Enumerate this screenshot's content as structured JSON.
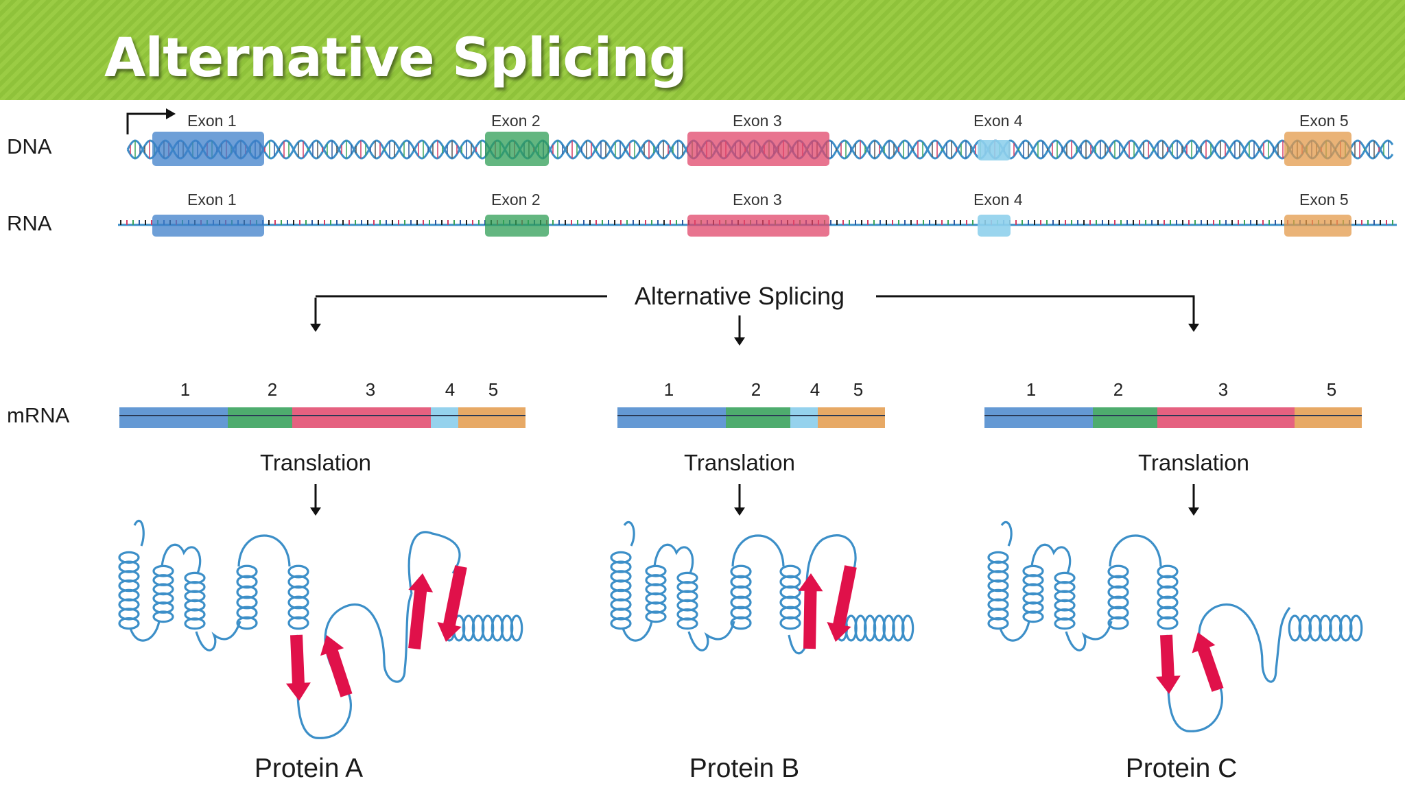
{
  "title": "Alternative Splicing",
  "row_labels": {
    "dna": "DNA",
    "rna": "RNA",
    "mrna": "mRNA"
  },
  "exon_labels": [
    "Exon 1",
    "Exon 2",
    "Exon 3",
    "Exon 4",
    "Exon 5"
  ],
  "splicing_label": "Alternative Splicing",
  "colors": {
    "exon1": "#3d7fc9",
    "exon2": "#2f9e55",
    "exon3": "#e0456a",
    "exon4": "#8fd0ec",
    "exon5": "#e39a4a",
    "strand": "#3c8fc8",
    "beta_strand": "#e0114a",
    "header": "#8fc23a"
  },
  "mrna_variants": [
    {
      "exons": [
        "1",
        "2",
        "3",
        "4",
        "5"
      ],
      "translation": "Translation",
      "protein": "Protein A"
    },
    {
      "exons": [
        "1",
        "2",
        "4",
        "5"
      ],
      "translation": "Translation",
      "protein": "Protein B"
    },
    {
      "exons": [
        "1",
        "2",
        "3",
        "5"
      ],
      "translation": "Translation",
      "protein": "Protein C"
    }
  ]
}
